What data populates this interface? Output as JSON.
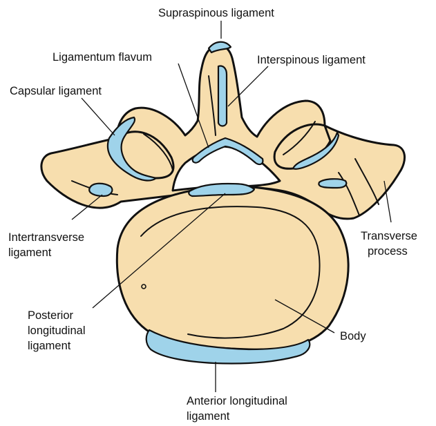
{
  "labels": {
    "supraspinous": "Supraspinous ligament",
    "flavum": "Ligamentum flavum",
    "interspinous": "Interspinous ligament",
    "capsular": "Capsular ligament",
    "intertransverse_1": "Intertransverse",
    "intertransverse_2": "ligament",
    "transverse_1": "Transverse",
    "transverse_2": "process",
    "posterior_1": "Posterior",
    "posterior_2": "longitudinal",
    "posterior_3": "ligament",
    "body": "Body",
    "anterior_1": "Anterior longitudinal",
    "anterior_2": "ligament"
  },
  "colors": {
    "bone": "#F7DEAE",
    "ligament": "#9FD3EA",
    "outline": "#111111"
  }
}
